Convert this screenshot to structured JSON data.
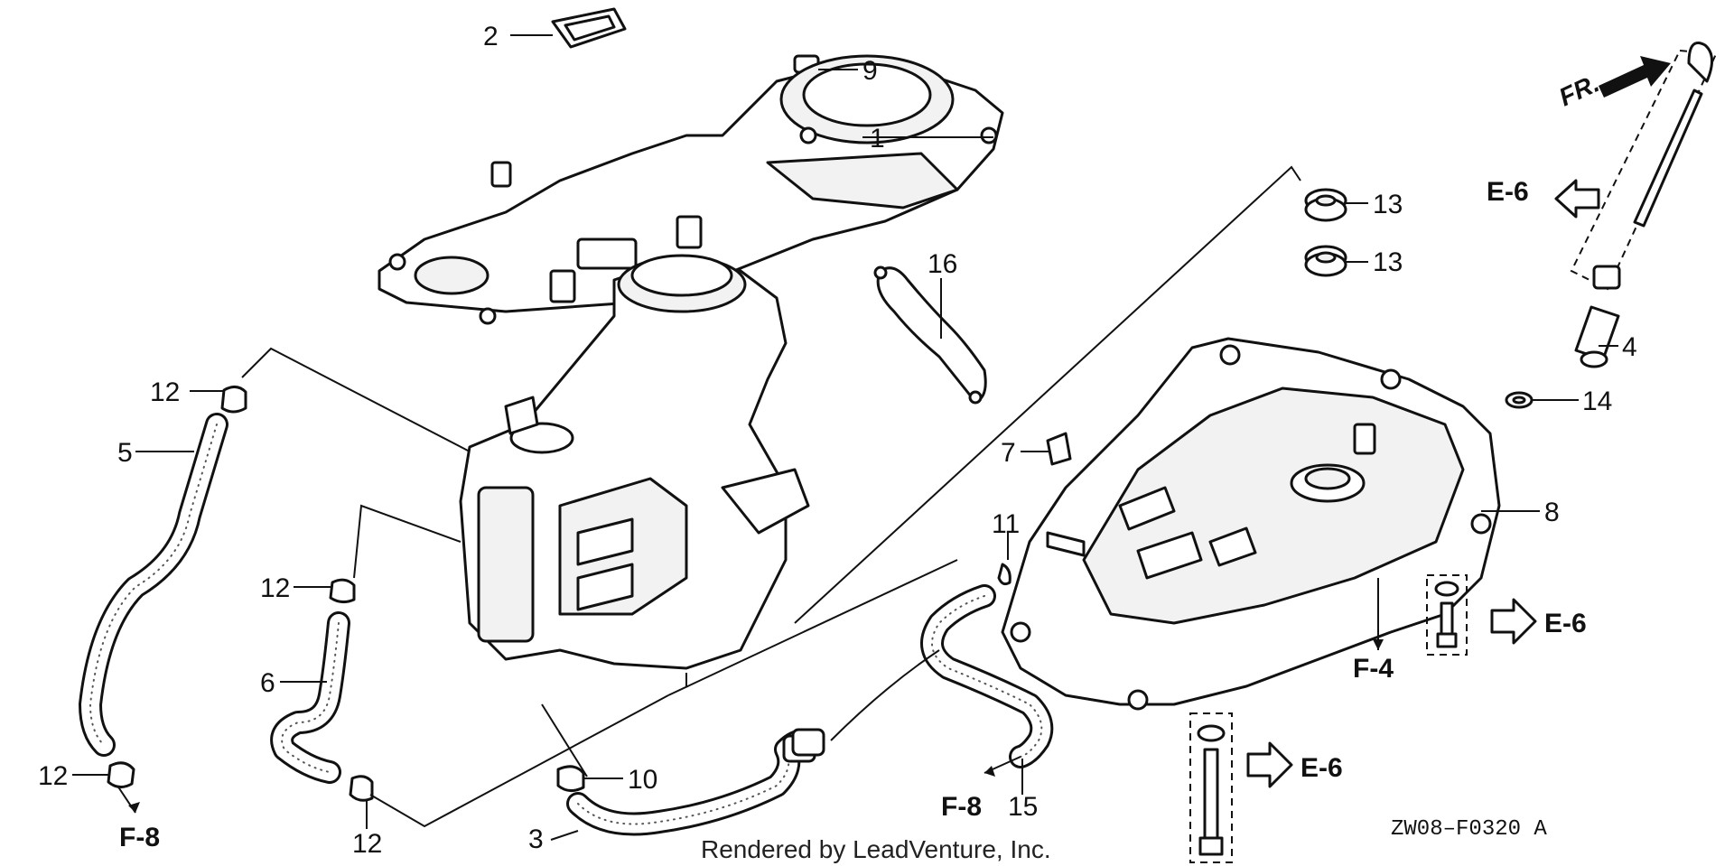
{
  "diagram": {
    "callouts": [
      {
        "id": "c1",
        "label": "1"
      },
      {
        "id": "c2",
        "label": "2"
      },
      {
        "id": "c3",
        "label": "3"
      },
      {
        "id": "c4",
        "label": "4"
      },
      {
        "id": "c5",
        "label": "5"
      },
      {
        "id": "c6",
        "label": "6"
      },
      {
        "id": "c7",
        "label": "7"
      },
      {
        "id": "c8",
        "label": "8"
      },
      {
        "id": "c9",
        "label": "9"
      },
      {
        "id": "c10",
        "label": "10"
      },
      {
        "id": "c11",
        "label": "11"
      },
      {
        "id": "c12a",
        "label": "12"
      },
      {
        "id": "c12b",
        "label": "12"
      },
      {
        "id": "c12c",
        "label": "12"
      },
      {
        "id": "c12d",
        "label": "12"
      },
      {
        "id": "c13a",
        "label": "13"
      },
      {
        "id": "c13b",
        "label": "13"
      },
      {
        "id": "c14",
        "label": "14"
      },
      {
        "id": "c15",
        "label": "15"
      },
      {
        "id": "c16",
        "label": "16"
      }
    ],
    "references": [
      {
        "id": "r1",
        "label": "E-6"
      },
      {
        "id": "r2",
        "label": "E-6"
      },
      {
        "id": "r3",
        "label": "E-6"
      },
      {
        "id": "r4",
        "label": "F-4"
      },
      {
        "id": "r5",
        "label": "F-8"
      },
      {
        "id": "r6",
        "label": "F-8"
      }
    ],
    "front_marker": "FR.",
    "diagram_code": "ZW08–F0320 A",
    "credit": "Rendered by LeadVenture, Inc."
  }
}
